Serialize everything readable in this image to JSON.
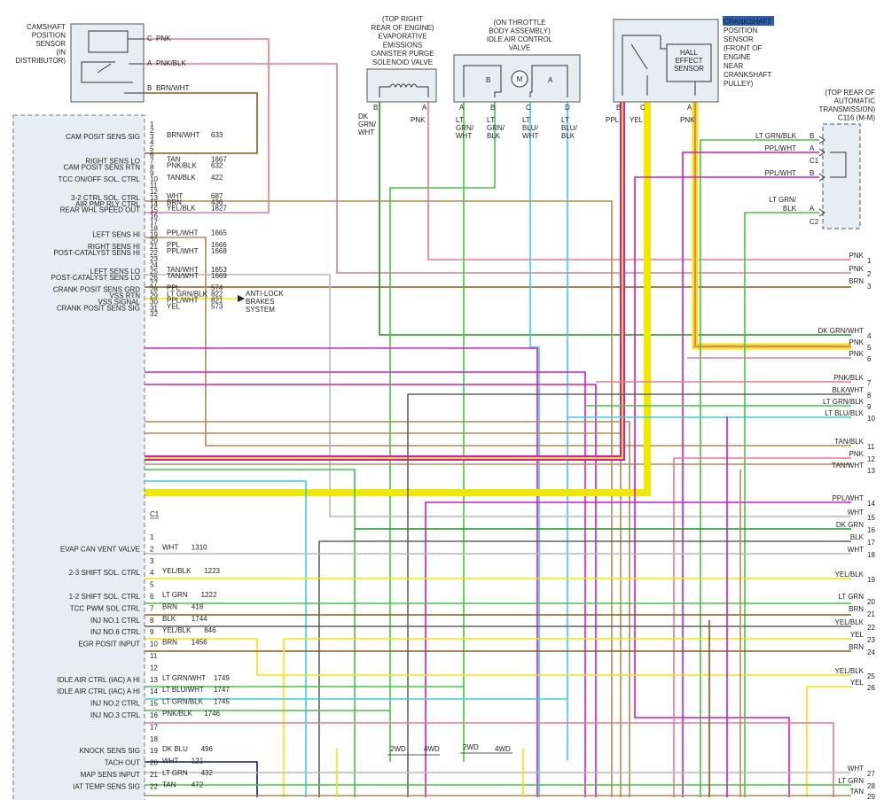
{
  "components": {
    "camshaft": {
      "label": [
        "CAMSHAFT",
        "POSITION",
        "SENSOR",
        "(IN",
        "DISTRIBUTOR)"
      ],
      "pins": [
        {
          "pin": "C",
          "wire": "PNK"
        },
        {
          "pin": "A",
          "wire": "PNK/BLK"
        },
        {
          "pin": "B",
          "wire": "BRN/WHT"
        }
      ]
    },
    "evap": {
      "label": [
        "(TOP RIGHT",
        "REAR OF ENGINE)",
        "EVAPORATIVE",
        "EMISSIONS",
        "CANISTER PURGE",
        "SOLENOID VALVE"
      ],
      "pins": [
        {
          "pin": "B",
          "wire": "DK GRN/ WHT"
        },
        {
          "pin": "A",
          "wire": "PNK"
        }
      ]
    },
    "iac": {
      "label": [
        "(ON THROTTLE",
        "BODY ASSEMBLY)",
        "IDLE AIR CONTROL",
        "VALVE"
      ],
      "motor": "M",
      "coils": [
        "B",
        "A"
      ],
      "pins": [
        {
          "pin": "A",
          "wire": "LT GRN/ WHT"
        },
        {
          "pin": "B",
          "wire": "LT GRN/ BLK"
        },
        {
          "pin": "C",
          "wire": "LT BLU/ WHT"
        },
        {
          "pin": "D",
          "wire": "LT BLU/ BLK"
        }
      ]
    },
    "crank": {
      "label_highlight": "CRANKSHAFT",
      "label": [
        "POSITION",
        "SENSOR",
        "(FRONT OF",
        "ENGINE",
        "NEAR",
        "CRANKSHAFT",
        "PULLEY)"
      ],
      "hall": [
        "HALL",
        "EFFECT",
        "SENSOR"
      ],
      "pins": [
        {
          "pin": "B",
          "wire": "PPL"
        },
        {
          "pin": "C",
          "wire": "YEL"
        },
        {
          "pin": "A",
          "wire": "PNK"
        }
      ]
    },
    "c116": {
      "label": [
        "(TOP REAR OF",
        "AUTOMATIC",
        "TRANSMISSION)",
        "C116 (M-M)"
      ],
      "rows": [
        {
          "wire": "LT GRN/BLK",
          "pin": "B"
        },
        {
          "wire": "PPL/WHT",
          "pin": "A"
        },
        {
          "wire": "",
          "pin": "C1"
        },
        {
          "wire": "PPL/WHT",
          "pin": "B"
        },
        {
          "wire": "LT GRN/ BLK",
          "pin": "A"
        },
        {
          "wire": "",
          "pin": "C2"
        }
      ]
    }
  },
  "pcm_c1": [
    {
      "pin": "1",
      "name": "",
      "wire": "",
      "circuit": ""
    },
    {
      "pin": "2",
      "name": "",
      "wire": "",
      "circuit": ""
    },
    {
      "pin": "3",
      "name": "CAM POSIT SENS SIG",
      "wire": "BRN/WHT",
      "circuit": "633"
    },
    {
      "pin": "4",
      "name": "",
      "wire": "",
      "circuit": ""
    },
    {
      "pin": "5",
      "name": "",
      "wire": "",
      "circuit": ""
    },
    {
      "pin": "6",
      "name": "",
      "wire": "",
      "circuit": ""
    },
    {
      "pin": "7",
      "name": "RIGHT SENS LO",
      "wire": "TAN",
      "circuit": "1667"
    },
    {
      "pin": "8",
      "name": "CAM POSIT SENS RTN",
      "wire": "PNK/BLK",
      "circuit": "632"
    },
    {
      "pin": "9",
      "name": "",
      "wire": "",
      "circuit": ""
    },
    {
      "pin": "10",
      "name": "TCC ON/OFF SOL. CTRL",
      "wire": "TAN/BLK",
      "circuit": "422"
    },
    {
      "pin": "11",
      "name": "",
      "wire": "",
      "circuit": ""
    },
    {
      "pin": "12",
      "name": "",
      "wire": "",
      "circuit": ""
    },
    {
      "pin": "13",
      "name": "3-2 CTRL SOL. CTRL",
      "wire": "WHT",
      "circuit": "687"
    },
    {
      "pin": "14",
      "name": "AIR PMP RLY CTRL",
      "wire": "BRN",
      "circuit": "436"
    },
    {
      "pin": "15",
      "name": "REAR WHL SPEED OUT",
      "wire": "YEL/BLK",
      "circuit": "1827"
    },
    {
      "pin": "16",
      "name": "",
      "wire": "",
      "circuit": ""
    },
    {
      "pin": "17",
      "name": "",
      "wire": "",
      "circuit": ""
    },
    {
      "pin": "18",
      "name": "",
      "wire": "",
      "circuit": ""
    },
    {
      "pin": "19",
      "name": "LEFT SENS HI",
      "wire": "PPL/WHT",
      "circuit": "1665"
    },
    {
      "pin": "20",
      "name": "",
      "wire": "",
      "circuit": ""
    },
    {
      "pin": "21",
      "name": "RIGHT SENS HI",
      "wire": "PPL",
      "circuit": "1666"
    },
    {
      "pin": "22",
      "name": "POST-CATALYST SENS HI",
      "wire": "PPL/WHT",
      "circuit": "1668"
    },
    {
      "pin": "23",
      "name": "",
      "wire": "",
      "circuit": ""
    },
    {
      "pin": "24",
      "name": "",
      "wire": "",
      "circuit": ""
    },
    {
      "pin": "25",
      "name": "LEFT SENS LO",
      "wire": "TAN/WHT",
      "circuit": "1653"
    },
    {
      "pin": "26",
      "name": "POST-CATALYST SENS LO",
      "wire": "TAN/WHT",
      "circuit": "1669"
    },
    {
      "pin": "27",
      "name": "",
      "wire": "",
      "circuit": ""
    },
    {
      "pin": "28",
      "name": "CRANK POSIT SENS GRD",
      "wire": "PPL",
      "circuit": "574"
    },
    {
      "pin": "29",
      "name": "VSS RTN",
      "wire": "LT GRN/BLK",
      "circuit": "822"
    },
    {
      "pin": "30",
      "name": "VSS SIGNAL",
      "wire": "PPL/WHT",
      "circuit": "821"
    },
    {
      "pin": "31",
      "name": "CRANK POSIT SENS SIG",
      "wire": "YEL",
      "circuit": "573"
    },
    {
      "pin": "32",
      "name": "",
      "wire": "",
      "circuit": ""
    }
  ],
  "pcm_c1_label": "C1",
  "abs_label": [
    "ANTI-LOCK",
    "BRAKES",
    "SYSTEM"
  ],
  "pcm_c2": [
    {
      "pin": "1",
      "name": "",
      "wire": "",
      "circuit": ""
    },
    {
      "pin": "2",
      "name": "EVAP CAN VENT VALVE",
      "wire": "WHT",
      "circuit": "1310"
    },
    {
      "pin": "3",
      "name": "",
      "wire": "",
      "circuit": ""
    },
    {
      "pin": "4",
      "name": "2-3 SHIFT SOL. CTRL",
      "wire": "YEL/BLK",
      "circuit": "1223"
    },
    {
      "pin": "5",
      "name": "",
      "wire": "",
      "circuit": ""
    },
    {
      "pin": "6",
      "name": "1-2 SHIFT SOL. CTRL",
      "wire": "LT GRN",
      "circuit": "1222"
    },
    {
      "pin": "7",
      "name": "TCC PWM SOL CTRL",
      "wire": "BRN",
      "circuit": "418"
    },
    {
      "pin": "8",
      "name": "INJ NO.1 CTRL",
      "wire": "BLK",
      "circuit": "1744"
    },
    {
      "pin": "9",
      "name": "INJ NO.6 CTRL",
      "wire": "YEL/BLK",
      "circuit": "846"
    },
    {
      "pin": "10",
      "name": "EGR POSIT INPUT",
      "wire": "BRN",
      "circuit": "1456"
    },
    {
      "pin": "11",
      "name": "",
      "wire": "",
      "circuit": ""
    },
    {
      "pin": "12",
      "name": "",
      "wire": "",
      "circuit": ""
    },
    {
      "pin": "13",
      "name": "IDLE AIR CTRL (IAC) A HI",
      "wire": "LT GRN/WHT",
      "circuit": "1749"
    },
    {
      "pin": "14",
      "name": "IDLE AIR CTRL (IAC) A HI",
      "wire": "LT BLU/WHT",
      "circuit": "1747"
    },
    {
      "pin": "15",
      "name": "INJ NO.2 CTRL",
      "wire": "LT GRN/BLK",
      "circuit": "1745"
    },
    {
      "pin": "16",
      "name": "INJ NO.3 CTRL",
      "wire": "PNK/BLK",
      "circuit": "1746"
    },
    {
      "pin": "17",
      "name": "",
      "wire": "",
      "circuit": ""
    },
    {
      "pin": "18",
      "name": "",
      "wire": "",
      "circuit": ""
    },
    {
      "pin": "19",
      "name": "KNOCK SENS SIG",
      "wire": "DK BLU",
      "circuit": "496"
    },
    {
      "pin": "20",
      "name": "TACH OUT",
      "wire": "WHT",
      "circuit": "121"
    },
    {
      "pin": "21",
      "name": "MAP SENS INPUT",
      "wire": "LT GRN",
      "circuit": "432"
    },
    {
      "pin": "22",
      "name": "IAT TEMP SENS SIG",
      "wire": "TAN",
      "circuit": "472"
    }
  ],
  "right_refs": [
    {
      "n": "1",
      "wire": "PNK"
    },
    {
      "n": "2",
      "wire": "PNK"
    },
    {
      "n": "3",
      "wire": "BRN"
    },
    {
      "n": "4",
      "wire": "DK GRN/WHT"
    },
    {
      "n": "5",
      "wire": "PNK"
    },
    {
      "n": "6",
      "wire": "PNK"
    },
    {
      "n": "7",
      "wire": "PNK/BLK"
    },
    {
      "n": "8",
      "wire": "BLK/WHT"
    },
    {
      "n": "9",
      "wire": "LT GRN/BLK"
    },
    {
      "n": "10",
      "wire": "LT BLU/BLK"
    },
    {
      "n": "11",
      "wire": "TAN/BLK"
    },
    {
      "n": "12",
      "wire": "PNK"
    },
    {
      "n": "13",
      "wire": "TAN/WHT"
    },
    {
      "n": "14",
      "wire": "PPL/WHT"
    },
    {
      "n": "15",
      "wire": "WHT"
    },
    {
      "n": "16",
      "wire": "DK GRN"
    },
    {
      "n": "17",
      "wire": "BLK"
    },
    {
      "n": "18",
      "wire": "WHT"
    },
    {
      "n": "19",
      "wire": "YEL/BLK"
    },
    {
      "n": "20",
      "wire": "LT GRN"
    },
    {
      "n": "21",
      "wire": "BRN"
    },
    {
      "n": "22",
      "wire": "YEL/BLK"
    },
    {
      "n": "23",
      "wire": "YEL"
    },
    {
      "n": "24",
      "wire": "BRN"
    },
    {
      "n": "25",
      "wire": "YEL/BLK"
    },
    {
      "n": "26",
      "wire": "YEL"
    },
    {
      "n": "27",
      "wire": "WHT"
    },
    {
      "n": "28",
      "wire": "LT GRN"
    },
    {
      "n": "29",
      "wire": "TAN"
    }
  ],
  "drive_labels": [
    "2WD",
    "4WD",
    "2WD",
    "4WD"
  ],
  "colors": {
    "PNK": "#e87890",
    "BRN": "#8a5a14",
    "TAN": "#b48a50",
    "YEL": "#f0e800",
    "PPL": "#d818c8",
    "LTGRN": "#40c840",
    "LTBLU": "#38d0e0",
    "DKGRN": "#18981c",
    "WHT": "#b8b8b8",
    "BLK": "#606060",
    "DKBLU": "#101870",
    "GRY": "#999999"
  }
}
